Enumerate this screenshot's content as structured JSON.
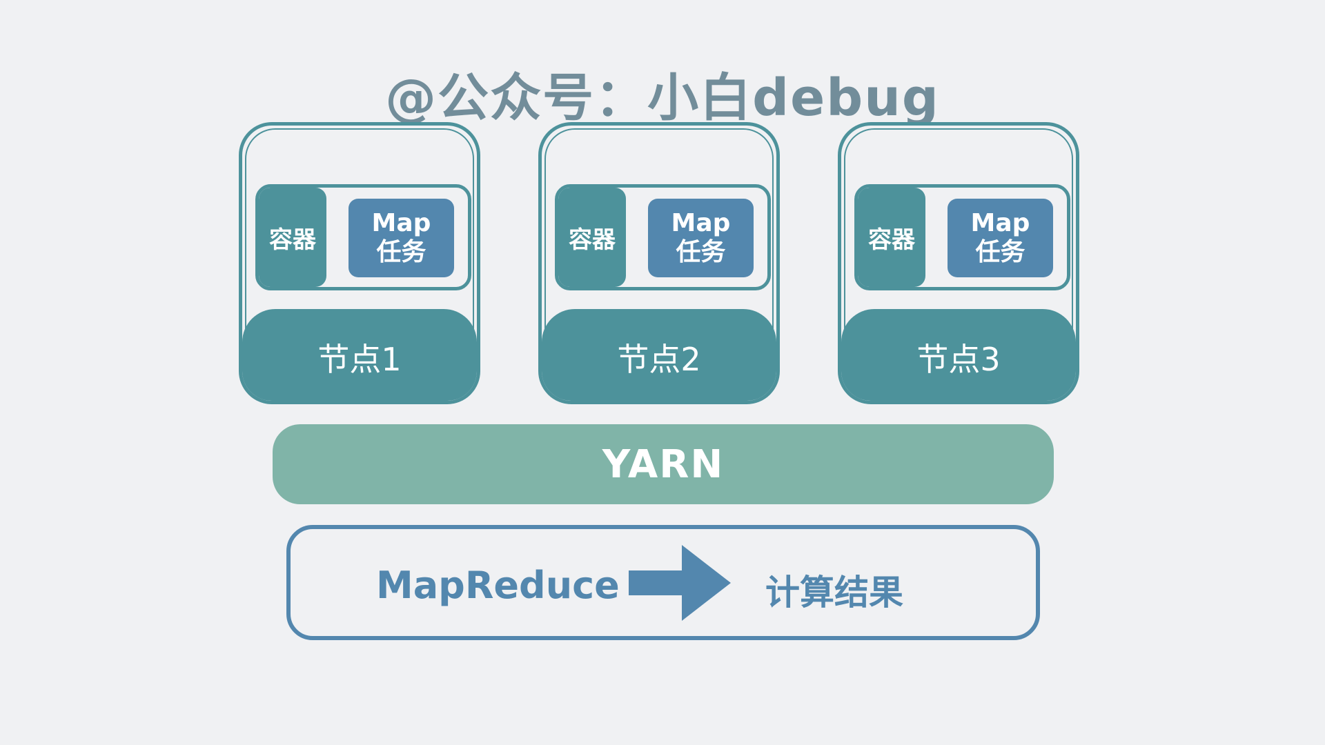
{
  "title": "@公众号：小白debug",
  "nodes": [
    {
      "label": "节点1",
      "container_label": "容器",
      "task_line1": "Map",
      "task_line2": "任务"
    },
    {
      "label": "节点2",
      "container_label": "容器",
      "task_line1": "Map",
      "task_line2": "任务"
    },
    {
      "label": "节点3",
      "container_label": "容器",
      "task_line1": "Map",
      "task_line2": "任务"
    }
  ],
  "yarn": {
    "label": "YARN"
  },
  "flow": {
    "source": "MapReduce",
    "arrow": "arrow-right-icon",
    "result": "计算结果"
  },
  "colors": {
    "background": "#f0f1f3",
    "node_teal": "#4d929b",
    "task_blue": "#5387ae",
    "yarn_green": "#80b4a8",
    "title_gray": "#728d9a"
  }
}
